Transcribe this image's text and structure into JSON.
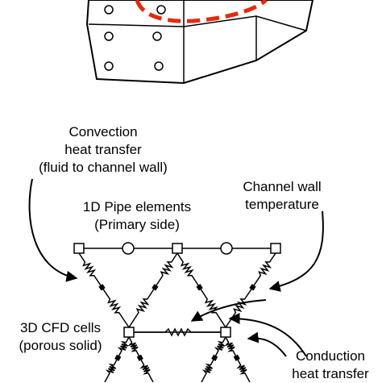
{
  "labels": {
    "convection": {
      "line1": "Convection",
      "line2": "heat transfer",
      "line3": "(fluid to channel wall)"
    },
    "pipe": {
      "line1": "1D Pipe elements",
      "line2": "(Primary side)"
    },
    "wall": {
      "line1": "Channel wall",
      "line2": "temperature"
    },
    "cfd": {
      "line1": "3D CFD cells",
      "line2": "(porous solid)"
    },
    "conduction": {
      "line1": "Conduction",
      "line2": "heat transfer"
    }
  },
  "colors": {
    "highlight": "#e8280c",
    "block": "#ffffff",
    "stroke": "#000000"
  }
}
